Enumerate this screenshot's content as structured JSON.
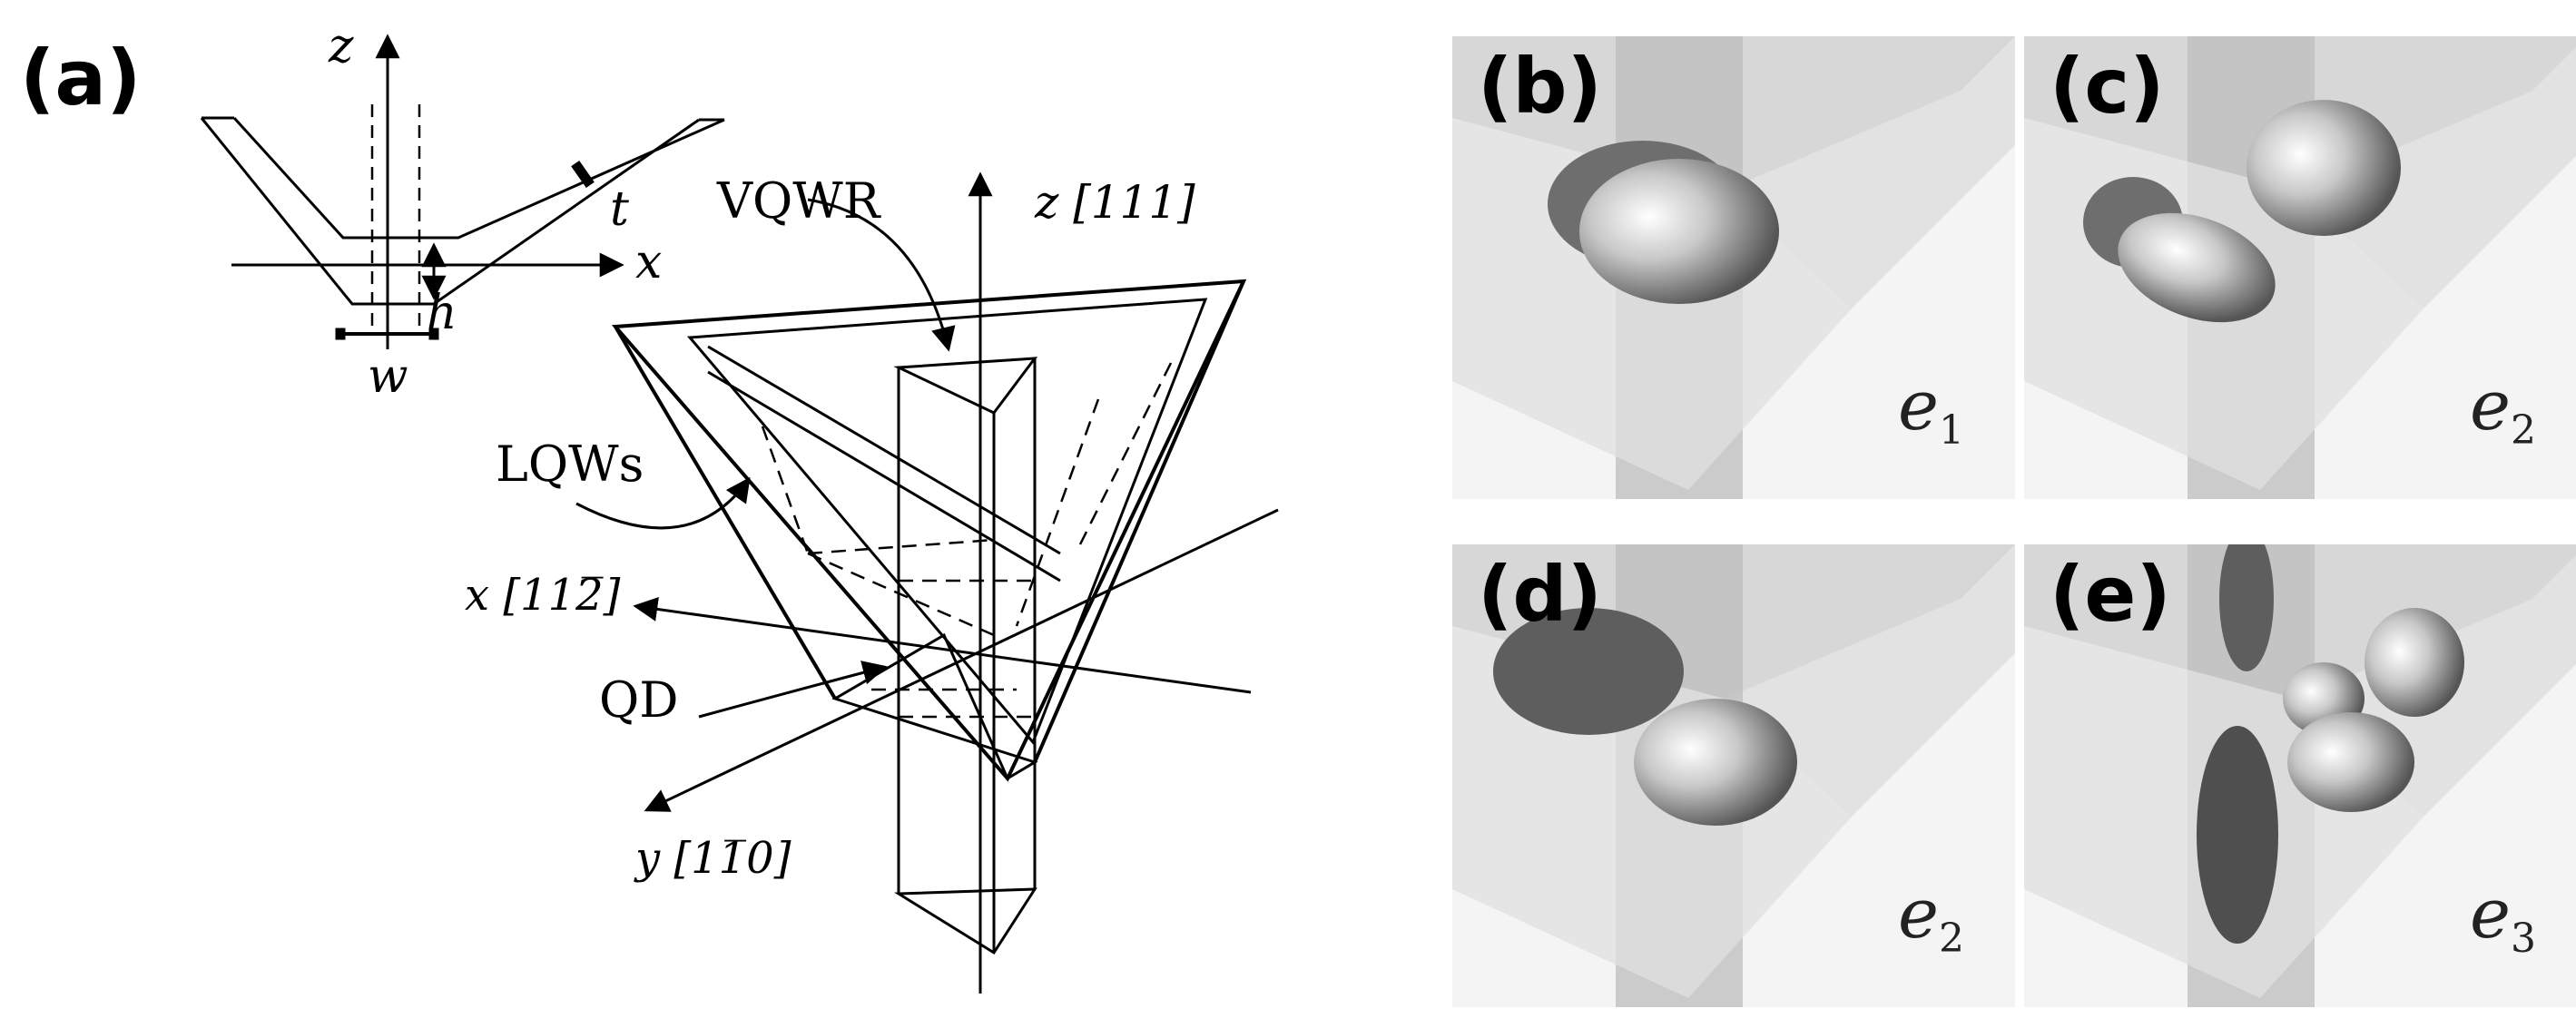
{
  "panel_a": {
    "label": "(a)",
    "inset": {
      "z": "z",
      "x": "x",
      "t": "t",
      "h": "h",
      "w": "w"
    },
    "main": {
      "z_axis": "z [111]",
      "x_axis": "x [112̅]",
      "y_axis": "y [11̅0]",
      "vqwr": "VQWR",
      "lqws": "LQWs",
      "qd": "QD"
    }
  },
  "panels": [
    {
      "id": "b",
      "label": "(b)",
      "state": "e",
      "sub": "1"
    },
    {
      "id": "c",
      "label": "(c)",
      "state": "e",
      "sub": "2"
    },
    {
      "id": "d",
      "label": "(d)",
      "state": "e",
      "sub": "2"
    },
    {
      "id": "e",
      "label": "(e)",
      "state": "e",
      "sub": "3"
    }
  ]
}
